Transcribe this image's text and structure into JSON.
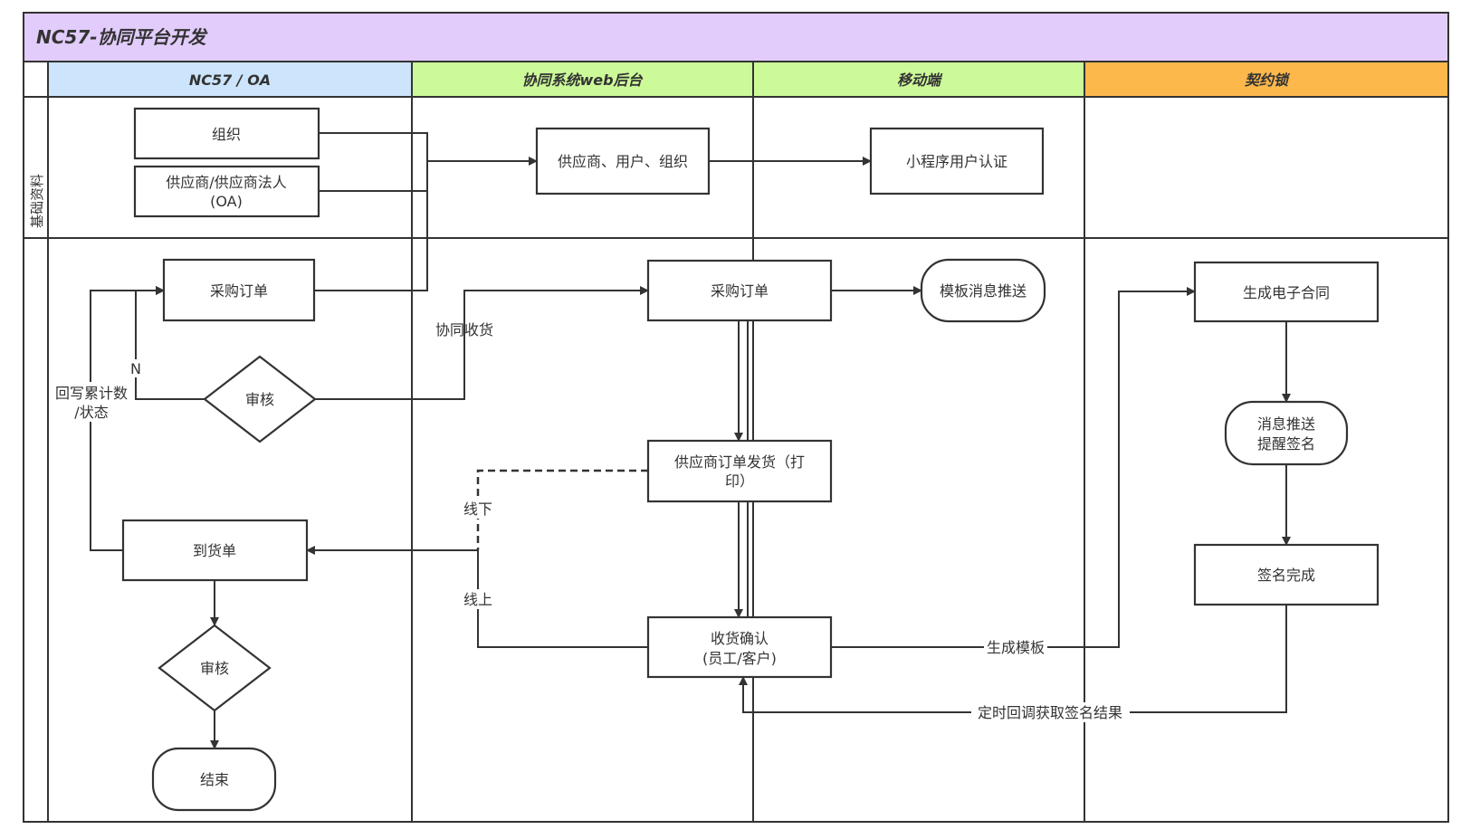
{
  "title": "NC57-协同平台开发",
  "lanes": {
    "nc57_oa": "NC57 / OA",
    "web_backend": "协同系统web后台",
    "mobile": "移动端",
    "contract_lock": "契约锁"
  },
  "row_labels": {
    "basic_data": "基础资料"
  },
  "nodes": {
    "org": "组织",
    "supplier_legal_1": "供应商/供应商法人",
    "supplier_legal_2": "(OA)",
    "supplier_user_org": "供应商、用户、组织",
    "miniprogram_auth": "小程序用户认证",
    "purchase_order_nc": "采购订单",
    "review_1": "审核",
    "purchase_order_web": "采购订单",
    "template_push": "模板消息推送",
    "supplier_ship_1": "供应商订单发货（打",
    "supplier_ship_2": "印）",
    "arrival_note": "到货单",
    "review_2": "审核",
    "end": "结束",
    "receipt_confirm_1": "收货确认",
    "receipt_confirm_2": "(员工/客户)",
    "gen_contract": "生成电子合同",
    "msg_push_1": "消息推送",
    "msg_push_2": "提醒签名",
    "sign_done": "签名完成"
  },
  "edge_labels": {
    "n": "N",
    "writeback_1": "回写累计数",
    "writeback_2": "/状态",
    "collab_receive": "协同收货",
    "offline": "线下",
    "online": "线上",
    "gen_template": "生成模板",
    "timed_callback": "定时回调获取签名结果"
  },
  "colors": {
    "title_bg": "#e2ccfb",
    "lane_nc57": "#cce4fc",
    "lane_web": "#ccfa99",
    "lane_mobile": "#ccfa99",
    "lane_lock": "#fdb84c",
    "line": "#333333"
  }
}
